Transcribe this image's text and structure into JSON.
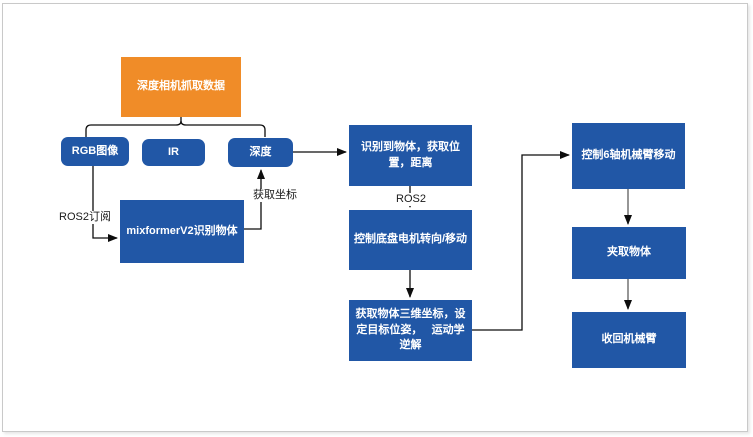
{
  "diagram": {
    "nodes": {
      "camera": {
        "label": "深度相机抓取数据"
      },
      "rgb": {
        "label": "RGB图像"
      },
      "ir": {
        "label": "IR"
      },
      "depth": {
        "label": "深度"
      },
      "mixformer": {
        "label": "mixformerV2识别物体"
      },
      "detect": {
        "label": "识别到物体，获取位置，距离"
      },
      "chassis": {
        "label": "控制底盘电机转向/移动"
      },
      "coords": {
        "label": "获取物体三维坐标，设定目标位姿，   运动学逆解"
      },
      "arm": {
        "label": "控制6轴机械臂移动"
      },
      "grip": {
        "label": "夹取物体"
      },
      "retract": {
        "label": "收回机械臂"
      }
    },
    "edge_labels": {
      "ros2_subscribe": "ROS2订阅",
      "get_coordinates": "获取坐标",
      "ros2": "ROS2"
    },
    "colors": {
      "process_blue": "#2157a6",
      "source_orange": "#f08c28",
      "node_text": "#ffffff",
      "connector": "#0d0d0d",
      "frame_border": "#c9c9c9",
      "background": "#ffffff"
    }
  }
}
